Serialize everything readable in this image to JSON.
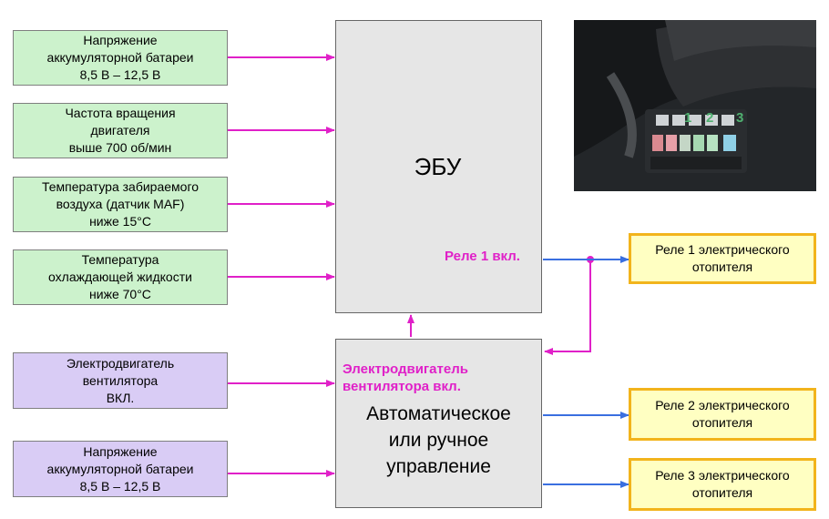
{
  "inputs_top": [
    {
      "text": "Напряжение\nаккумуляторной батареи\n8,5 В – 12,5 В"
    },
    {
      "text": "Частота вращения\nдвигателя\nвыше 700 об/мин"
    },
    {
      "text": "Температура забираемого\nвоздуха (датчик MAF)\nниже 15°С"
    },
    {
      "text": "Температура\nохлаждающей жидкости\nниже 70°С"
    }
  ],
  "inputs_bottom": [
    {
      "text": "Электродвигатель\nвентилятора\nВКЛ."
    },
    {
      "text": "Напряжение\nаккумуляторной батареи\n8,5 В – 12,5 В"
    }
  ],
  "ebu": {
    "title": "ЭБУ",
    "relay_signal": "Реле 1 вкл."
  },
  "control": {
    "signal": "Электродвигатель\nвентилятора вкл.",
    "title": "Автоматическое\nили ручное\nуправление"
  },
  "relays": [
    {
      "text": "Реле 1 электрического\nотопителя"
    },
    {
      "text": "Реле 2 электрического\nотопителя"
    },
    {
      "text": "Реле 3 электрического\nотопителя"
    }
  ],
  "photo": {
    "fuse_labels": [
      "1",
      "2",
      "3"
    ]
  },
  "colors": {
    "input_arrows": "#e020c8",
    "output_arrows": "#3a6fe0",
    "relay_border": "#f2b41c"
  }
}
